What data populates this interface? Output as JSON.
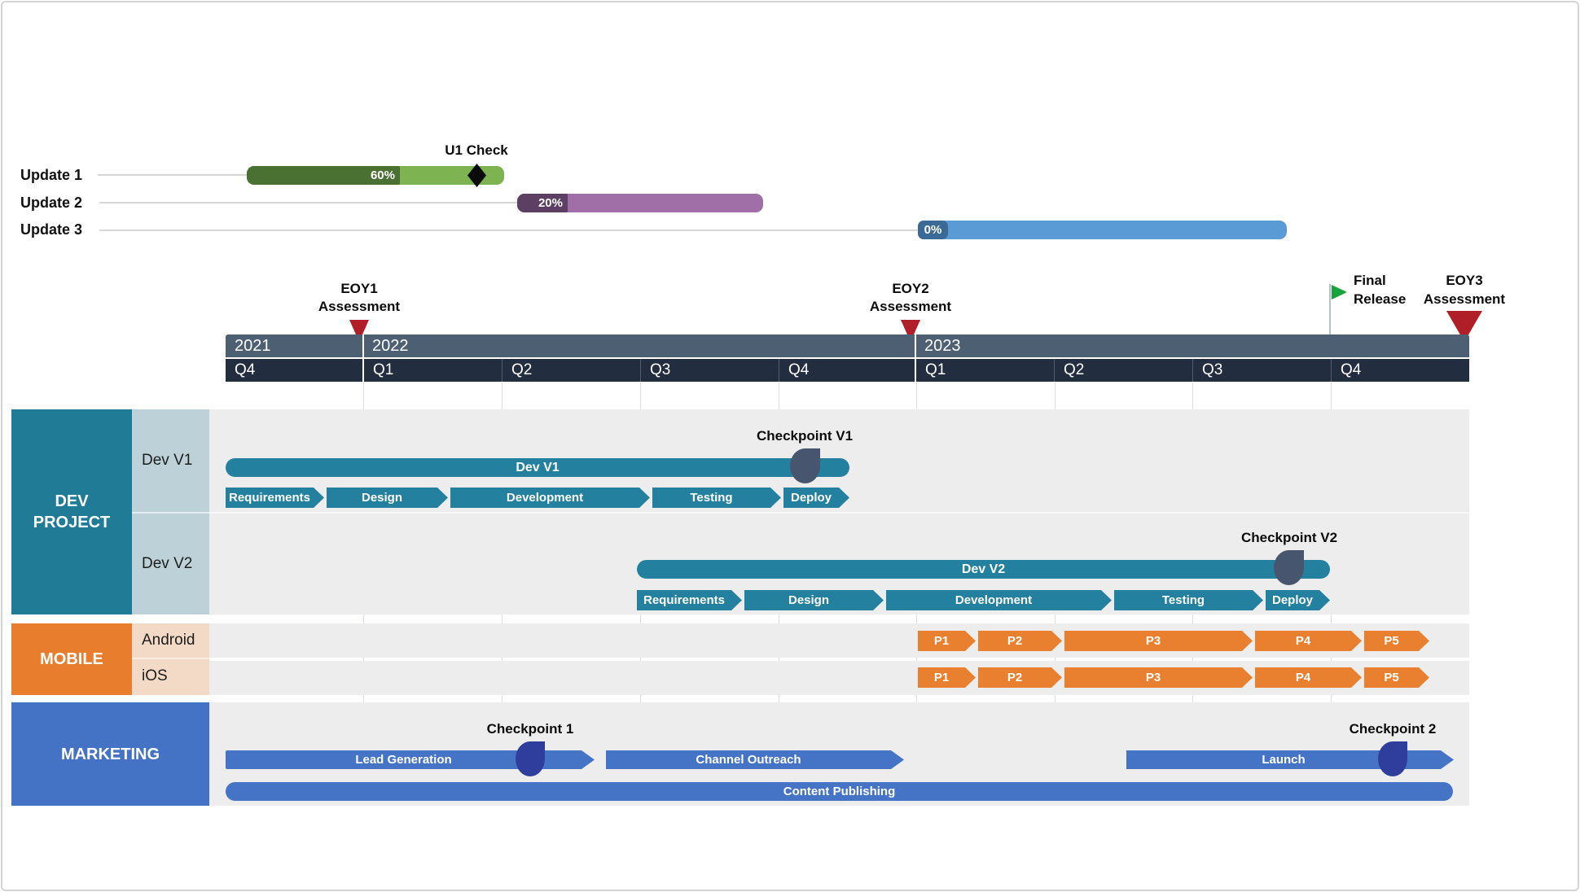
{
  "updates": {
    "rows": [
      {
        "label": "Update 1",
        "percent": "60%",
        "done_color": "#4a7132",
        "remaining_color": "#7db351"
      },
      {
        "label": "Update 2",
        "percent": "20%",
        "done_color": "#5c3f63",
        "remaining_color": "#a06fa8"
      },
      {
        "label": "Update 3",
        "percent": "0%",
        "done_color": "#3c6a97",
        "remaining_color": "#5b9bd5"
      }
    ],
    "u1_milestone": "U1 Check"
  },
  "timeline": {
    "years": [
      "2021",
      "2022",
      "2023"
    ],
    "quarters": [
      "Q4",
      "Q1",
      "Q2",
      "Q3",
      "Q4",
      "Q1",
      "Q2",
      "Q3",
      "Q4"
    ],
    "year_band_color": "#4c5f73",
    "quarter_band_color": "#222e3f"
  },
  "milestones": {
    "eoy1_line1": "EOY1",
    "eoy1_line2": "Assessment",
    "eoy2_line1": "EOY2",
    "eoy2_line2": "Assessment",
    "final_line1": "Final",
    "final_line2": "Release",
    "eoy3_line1": "EOY3",
    "eoy3_line2": "Assessment",
    "triangle_color": "#b01f28",
    "flag_color": "#17a33c"
  },
  "lanes": {
    "dev": {
      "title1": "DEV",
      "title2": "PROJECT",
      "header_color": "#1f7b96",
      "sublabel_bg": "#bcd2d8",
      "bar_color": "#24809f",
      "row1_label": "Dev V1",
      "row2_label": "Dev V2",
      "bar1_label": "Dev V1",
      "bar2_label": "Dev V2",
      "checkpoint1": "Checkpoint V1",
      "checkpoint2": "Checkpoint V2",
      "tasks": [
        "Requirements",
        "Design",
        "Development",
        "Testing",
        "Deploy"
      ]
    },
    "mobile": {
      "title": "MOBILE",
      "header_color": "#e87d2e",
      "sublabel_bg": "#f2dac6",
      "bar_color": "#e8802f",
      "row1_label": "Android",
      "row2_label": "iOS",
      "phases": [
        "P1",
        "P2",
        "P3",
        "P4",
        "P5"
      ]
    },
    "marketing": {
      "title": "MARKETING",
      "header_color": "#4472c4",
      "bar_color": "#4573c6",
      "bar1": "Lead Generation",
      "bar2": "Channel Outreach",
      "bar3": "Launch",
      "bar4": "Content Publishing",
      "checkpoint1": "Checkpoint 1",
      "checkpoint2": "Checkpoint 2",
      "checkpoint_color": "#2f3e9c"
    }
  },
  "chart_data": {
    "type": "gantt",
    "time_axis": {
      "years": [
        "2021",
        "2022",
        "2023"
      ],
      "quarters": [
        "2021-Q4",
        "2022-Q1",
        "2022-Q2",
        "2022-Q3",
        "2022-Q4",
        "2023-Q1",
        "2023-Q2",
        "2023-Q3",
        "2023-Q4"
      ]
    },
    "updates": [
      {
        "name": "Update 1",
        "start": "2021-Q4",
        "end": "2022-Q2",
        "percent_complete": 60,
        "milestone": {
          "name": "U1 Check",
          "at": "2022-Q1 end"
        }
      },
      {
        "name": "Update 2",
        "start": "2022-Q2",
        "end": "2022-Q3",
        "percent_complete": 20
      },
      {
        "name": "Update 3",
        "start": "2023-Q1",
        "end": "2023-Q3",
        "percent_complete": 0
      }
    ],
    "milestones": [
      {
        "name": "EOY1 Assessment",
        "at": "2021-Q4 / 2022-Q1 boundary",
        "marker": "red-triangle"
      },
      {
        "name": "EOY2 Assessment",
        "at": "2022-Q4 / 2023-Q1 boundary",
        "marker": "red-triangle"
      },
      {
        "name": "Final Release",
        "at": "2023-Q3 / 2023-Q4 boundary",
        "marker": "green-flag"
      },
      {
        "name": "EOY3 Assessment",
        "at": "end of 2023-Q4",
        "marker": "red-triangle-large"
      }
    ],
    "lanes": [
      {
        "name": "DEV PROJECT",
        "rows": [
          {
            "name": "Dev V1",
            "summary_bar": {
              "label": "Dev V1",
              "start": "2021-Q4",
              "end": "2022-Q4 mid",
              "checkpoint": {
                "name": "Checkpoint V1",
                "at": "2022-Q4 early"
              }
            },
            "tasks": [
              {
                "name": "Requirements",
                "start": "2021-Q4",
                "end": "2021-Q4"
              },
              {
                "name": "Design",
                "start": "2021-Q4 end",
                "end": "2022-Q1"
              },
              {
                "name": "Development",
                "start": "2022-Q2",
                "end": "2022-Q3 early"
              },
              {
                "name": "Testing",
                "start": "2022-Q3",
                "end": "2022-Q4 early"
              },
              {
                "name": "Deploy",
                "start": "2022-Q4 early",
                "end": "2022-Q4 mid"
              }
            ]
          },
          {
            "name": "Dev V2",
            "summary_bar": {
              "label": "Dev V2",
              "start": "2022-Q3",
              "end": "2023-Q4 start",
              "checkpoint": {
                "name": "Checkpoint V2",
                "at": "2023-Q3 end"
              }
            },
            "tasks": [
              {
                "name": "Requirements",
                "start": "2022-Q3",
                "end": "2022-Q4 early"
              },
              {
                "name": "Design",
                "start": "2022-Q4",
                "end": "2023-Q1 early"
              },
              {
                "name": "Development",
                "start": "2023-Q1",
                "end": "2023-Q2"
              },
              {
                "name": "Testing",
                "start": "2023-Q2 end",
                "end": "2023-Q3"
              },
              {
                "name": "Deploy",
                "start": "2023-Q3 end",
                "end": "2023-Q4 start"
              }
            ]
          }
        ]
      },
      {
        "name": "MOBILE",
        "rows": [
          {
            "name": "Android",
            "tasks": [
              {
                "name": "P1",
                "start": "2023-Q1",
                "end": "2023-Q1"
              },
              {
                "name": "P2",
                "start": "2023-Q1",
                "end": "2023-Q2"
              },
              {
                "name": "P3",
                "start": "2023-Q2",
                "end": "2023-Q3"
              },
              {
                "name": "P4",
                "start": "2023-Q3",
                "end": "2023-Q4"
              },
              {
                "name": "P5",
                "start": "2023-Q4",
                "end": "2023-Q4"
              }
            ]
          },
          {
            "name": "iOS",
            "tasks": [
              {
                "name": "P1",
                "start": "2023-Q1",
                "end": "2023-Q1"
              },
              {
                "name": "P2",
                "start": "2023-Q1",
                "end": "2023-Q2"
              },
              {
                "name": "P3",
                "start": "2023-Q2",
                "end": "2023-Q3"
              },
              {
                "name": "P4",
                "start": "2023-Q3",
                "end": "2023-Q4"
              },
              {
                "name": "P5",
                "start": "2023-Q4",
                "end": "2023-Q4"
              }
            ]
          }
        ]
      },
      {
        "name": "MARKETING",
        "rows": [
          {
            "name": "MARKETING",
            "tasks": [
              {
                "name": "Lead Generation",
                "start": "2021-Q4",
                "end": "2022-Q2",
                "checkpoint": {
                  "name": "Checkpoint 1",
                  "at": "2022-Q2 early"
                }
              },
              {
                "name": "Channel Outreach",
                "start": "2022-Q2",
                "end": "2022-Q4"
              },
              {
                "name": "Launch",
                "start": "2023-Q2",
                "end": "2023-Q4",
                "checkpoint": {
                  "name": "Checkpoint 2",
                  "at": "2023-Q4 mid"
                }
              },
              {
                "name": "Content Publishing",
                "start": "2021-Q4",
                "end": "2023-Q4"
              }
            ]
          }
        ]
      }
    ]
  }
}
